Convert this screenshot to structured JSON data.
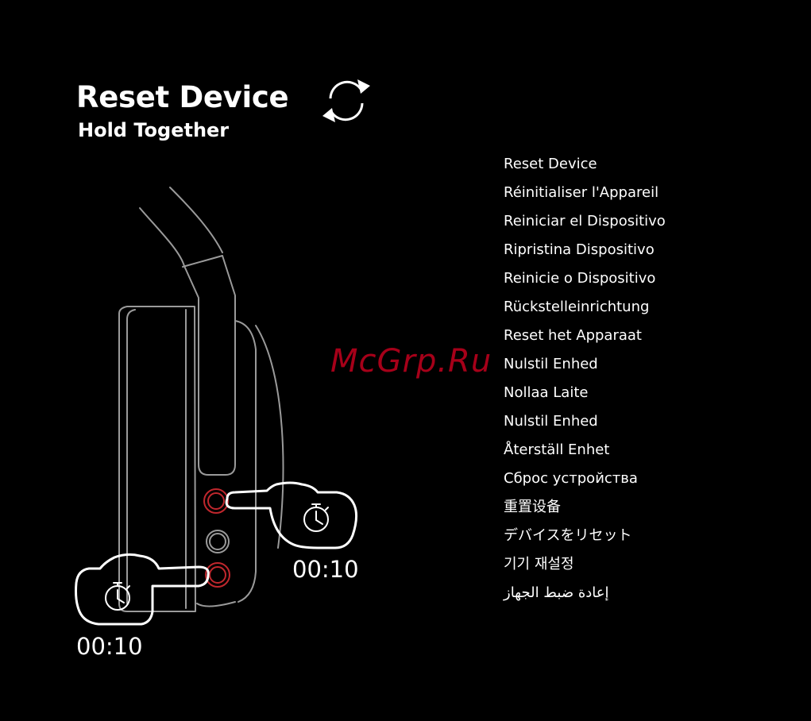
{
  "header": {
    "title": "Reset Device",
    "subtitle": "Hold Together",
    "icon": "refresh-cycle-icon"
  },
  "languages": [
    "Reset Device",
    "Réinitialiser l'Appareil",
    "Reiniciar el Dispositivo",
    "Ripristina Dispositivo",
    "Reinicie o Dispositivo",
    "Rückstelleinrichtung",
    "Reset het Apparaat",
    "Nulstil Enhed",
    "Nollaa Laite",
    "Nulstil Enhed",
    "Återställ Enhet",
    "Сброс устройства",
    "重置设备",
    "デバイスをリセット",
    "기기 재설정",
    "إعادة ضبط الجهاز"
  ],
  "timers": {
    "right": "00:10",
    "left": "00:10"
  },
  "watermark": "McGrp.Ru",
  "colors": {
    "background": "#000000",
    "text": "#ffffff",
    "outline": "#9a9a9a",
    "button_highlight": "#c0272d",
    "watermark": "#c4001e"
  }
}
